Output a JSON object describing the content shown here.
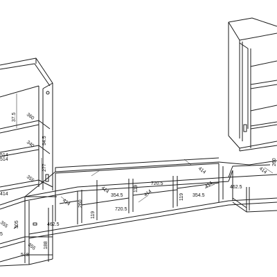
{
  "dimensions": [
    {
      "id": "d1",
      "text": "37.5"
    },
    {
      "id": "d2",
      "text": "360"
    },
    {
      "id": "d3",
      "text": "340"
    },
    {
      "id": "d4",
      "text": "94.5"
    },
    {
      "id": "d5",
      "text": "514"
    },
    {
      "id": "d6",
      "text": "514"
    },
    {
      "id": "d7",
      "text": "277"
    },
    {
      "id": "d8",
      "text": "355"
    },
    {
      "id": "d9",
      "text": "414"
    },
    {
      "id": "d10",
      "text": "355"
    },
    {
      "id": "d11",
      "text": "305"
    },
    {
      "id": "d12",
      "text": "5"
    },
    {
      "id": "d13",
      "text": "355"
    },
    {
      "id": "d14",
      "text": "188"
    },
    {
      "id": "d15",
      "text": "518"
    },
    {
      "id": "d16",
      "text": "260"
    },
    {
      "id": "d17",
      "text": "414"
    },
    {
      "id": "d18",
      "text": "462.5"
    },
    {
      "id": "d19",
      "text": "414"
    },
    {
      "id": "d20",
      "text": "354.5"
    },
    {
      "id": "d21",
      "text": "119"
    },
    {
      "id": "d22",
      "text": "720.5"
    },
    {
      "id": "d23",
      "text": "414"
    },
    {
      "id": "d24",
      "text": "119"
    },
    {
      "id": "d25",
      "text": "720.5"
    },
    {
      "id": "d26",
      "text": "119"
    },
    {
      "id": "d27",
      "text": "414"
    },
    {
      "id": "d28",
      "text": "354.5"
    },
    {
      "id": "d29",
      "text": "414"
    },
    {
      "id": "d30",
      "text": "414"
    },
    {
      "id": "d31",
      "text": "260"
    },
    {
      "id": "d32",
      "text": "462.5"
    }
  ]
}
